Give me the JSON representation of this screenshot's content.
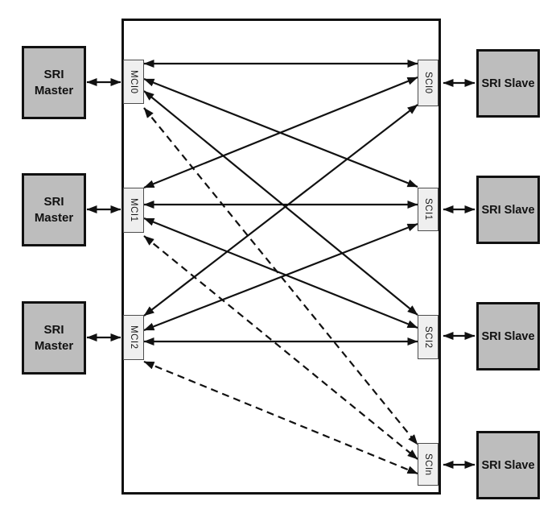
{
  "diagram": {
    "masters": [
      {
        "line1": "SRI",
        "line2": "Master"
      },
      {
        "line1": "SRI",
        "line2": "Master"
      },
      {
        "line1": "SRI",
        "line2": "Master"
      }
    ],
    "slaves": [
      {
        "label": "SRI Slave"
      },
      {
        "label": "SRI Slave"
      },
      {
        "label": "SRI Slave"
      },
      {
        "label": "SRI Slave"
      }
    ],
    "mci_ports": [
      {
        "id": "MCI0",
        "label": "MCI0"
      },
      {
        "id": "MCI1",
        "label": "MCI1"
      },
      {
        "id": "MCI2",
        "label": "MCI2"
      }
    ],
    "sci_ports": [
      {
        "id": "SCI0",
        "label": "SCI0"
      },
      {
        "id": "SCI1",
        "label": "SCI1"
      },
      {
        "id": "SCI2",
        "label": "SCI2"
      },
      {
        "id": "SCIn",
        "label": "SCIn"
      }
    ],
    "connections": [
      {
        "from": "MCI0",
        "to": "SCI0",
        "style": "solid",
        "bidirectional": true
      },
      {
        "from": "MCI0",
        "to": "SCI1",
        "style": "solid",
        "bidirectional": true
      },
      {
        "from": "MCI0",
        "to": "SCI2",
        "style": "solid",
        "bidirectional": true
      },
      {
        "from": "MCI0",
        "to": "SCIn",
        "style": "dashed",
        "bidirectional": true
      },
      {
        "from": "MCI1",
        "to": "SCI0",
        "style": "solid",
        "bidirectional": true
      },
      {
        "from": "MCI1",
        "to": "SCI1",
        "style": "solid",
        "bidirectional": true
      },
      {
        "from": "MCI1",
        "to": "SCI2",
        "style": "solid",
        "bidirectional": true
      },
      {
        "from": "MCI1",
        "to": "SCIn",
        "style": "dashed",
        "bidirectional": true
      },
      {
        "from": "MCI2",
        "to": "SCI0",
        "style": "solid",
        "bidirectional": true
      },
      {
        "from": "MCI2",
        "to": "SCI1",
        "style": "solid",
        "bidirectional": true
      },
      {
        "from": "MCI2",
        "to": "SCI2",
        "style": "solid",
        "bidirectional": true
      },
      {
        "from": "MCI2",
        "to": "SCIn",
        "style": "dashed",
        "bidirectional": true
      }
    ],
    "external_links": [
      {
        "from": "master0",
        "to": "MCI0",
        "bidirectional": true
      },
      {
        "from": "master1",
        "to": "MCI1",
        "bidirectional": true
      },
      {
        "from": "master2",
        "to": "MCI2",
        "bidirectional": true
      },
      {
        "from": "SCI0",
        "to": "slave0",
        "bidirectional": true
      },
      {
        "from": "SCI1",
        "to": "slave1",
        "bidirectional": true
      },
      {
        "from": "SCI2",
        "to": "slave2",
        "bidirectional": true
      },
      {
        "from": "SCIn",
        "to": "slave3",
        "bidirectional": true
      }
    ],
    "colors": {
      "box_fill": "#bdbdbd",
      "port_fill": "#efefef",
      "line": "#111111",
      "port_border": "#4d4d4d"
    }
  }
}
